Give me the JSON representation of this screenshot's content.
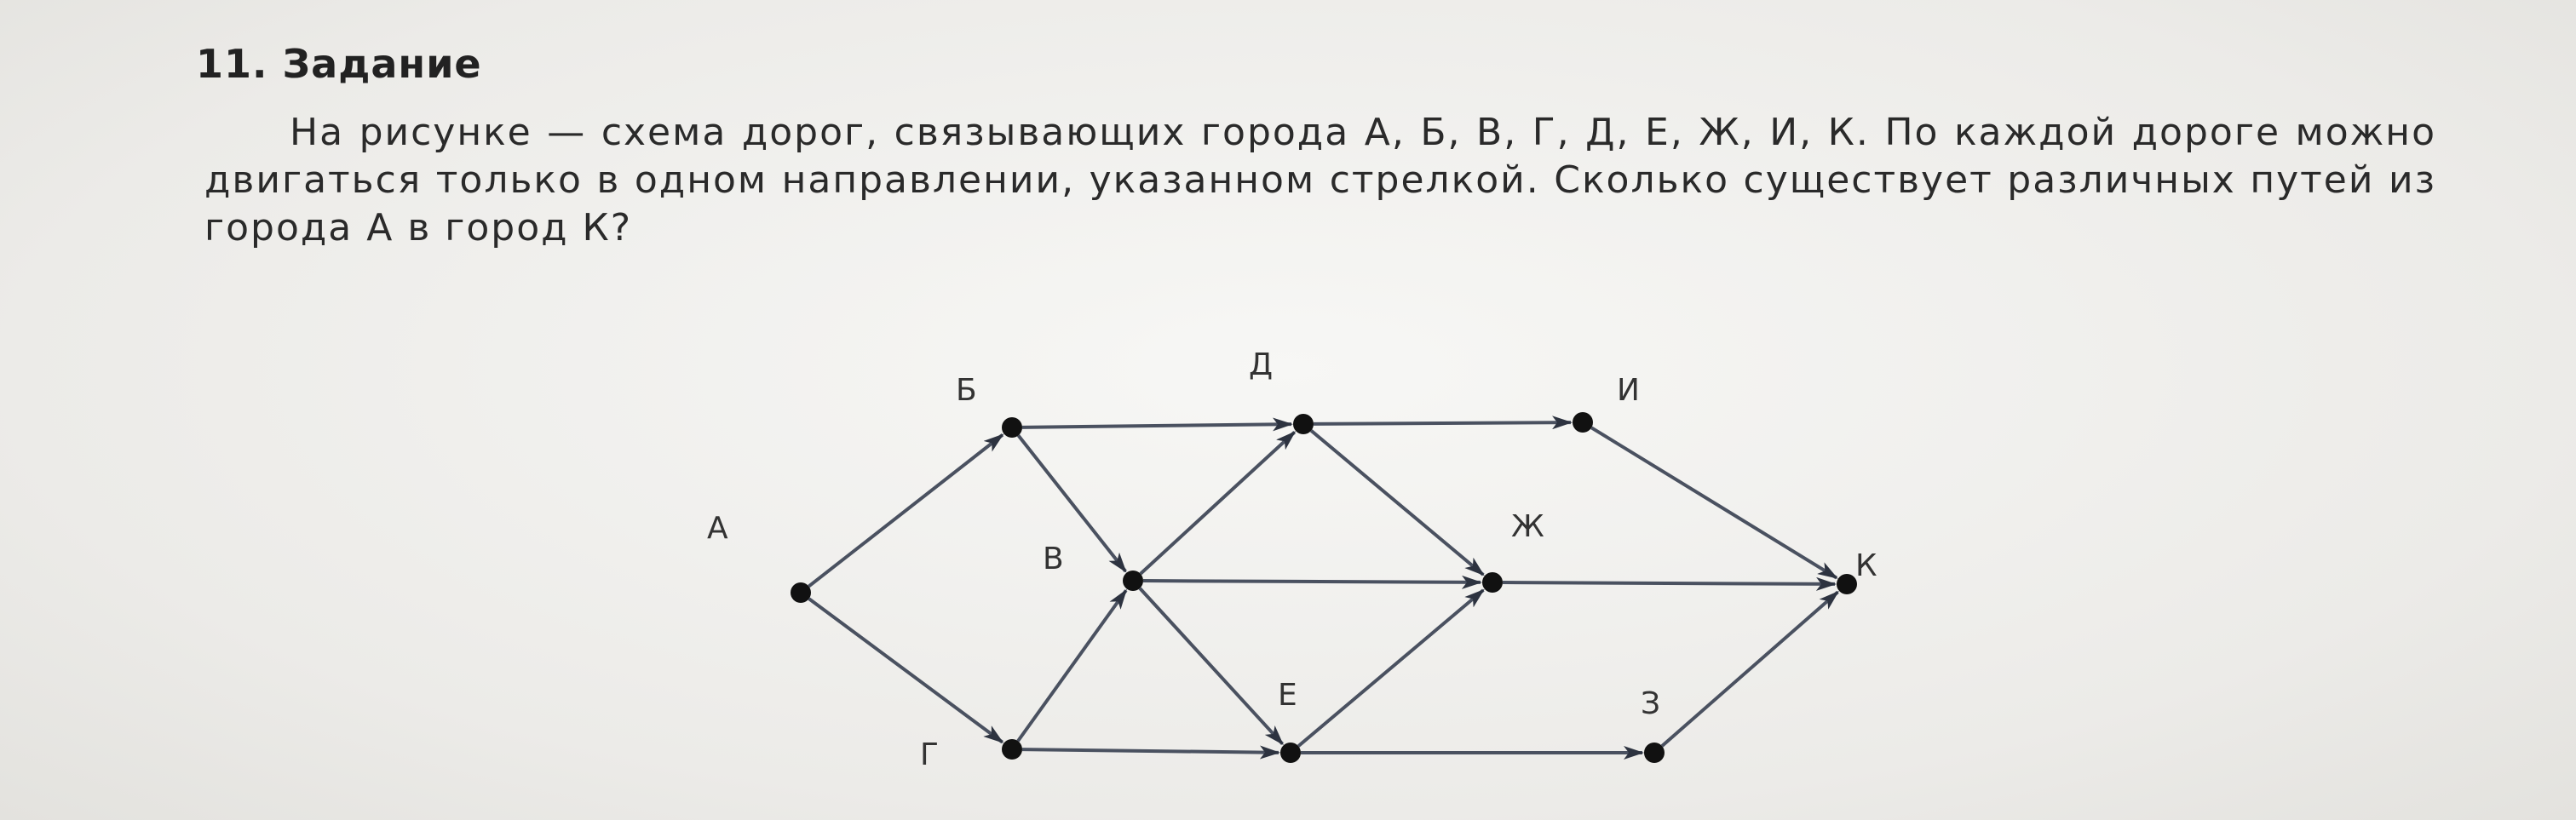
{
  "task": {
    "title": "11. Задание",
    "text": "На рисунке — схема дорог, связывающих города А, Б, В, Г, Д, Е, Ж, И, К. По каждой дороге можно двигаться только в одном направлении, указанном стрелкой. Сколько существует различных путей из города А в город К?"
  },
  "graph": {
    "nodes": [
      {
        "id": "А",
        "label": "А"
      },
      {
        "id": "Б",
        "label": "Б"
      },
      {
        "id": "В",
        "label": "В"
      },
      {
        "id": "Г",
        "label": "Г"
      },
      {
        "id": "Д",
        "label": "Д"
      },
      {
        "id": "Е",
        "label": "Е"
      },
      {
        "id": "Ж",
        "label": "Ж"
      },
      {
        "id": "И",
        "label": "И"
      },
      {
        "id": "З",
        "label": "З"
      },
      {
        "id": "К",
        "label": "К"
      }
    ],
    "edges": [
      {
        "from": "А",
        "to": "Б"
      },
      {
        "from": "А",
        "to": "Г"
      },
      {
        "from": "Б",
        "to": "В"
      },
      {
        "from": "Г",
        "to": "В"
      },
      {
        "from": "Б",
        "to": "Д"
      },
      {
        "from": "Г",
        "to": "Е"
      },
      {
        "from": "В",
        "to": "Д"
      },
      {
        "from": "В",
        "to": "Ж"
      },
      {
        "from": "В",
        "to": "Е"
      },
      {
        "from": "Д",
        "to": "И"
      },
      {
        "from": "Д",
        "to": "Ж"
      },
      {
        "from": "Е",
        "to": "Ж"
      },
      {
        "from": "Е",
        "to": "З"
      },
      {
        "from": "И",
        "to": "К"
      },
      {
        "from": "Ж",
        "to": "К"
      },
      {
        "from": "З",
        "to": "К"
      }
    ]
  }
}
